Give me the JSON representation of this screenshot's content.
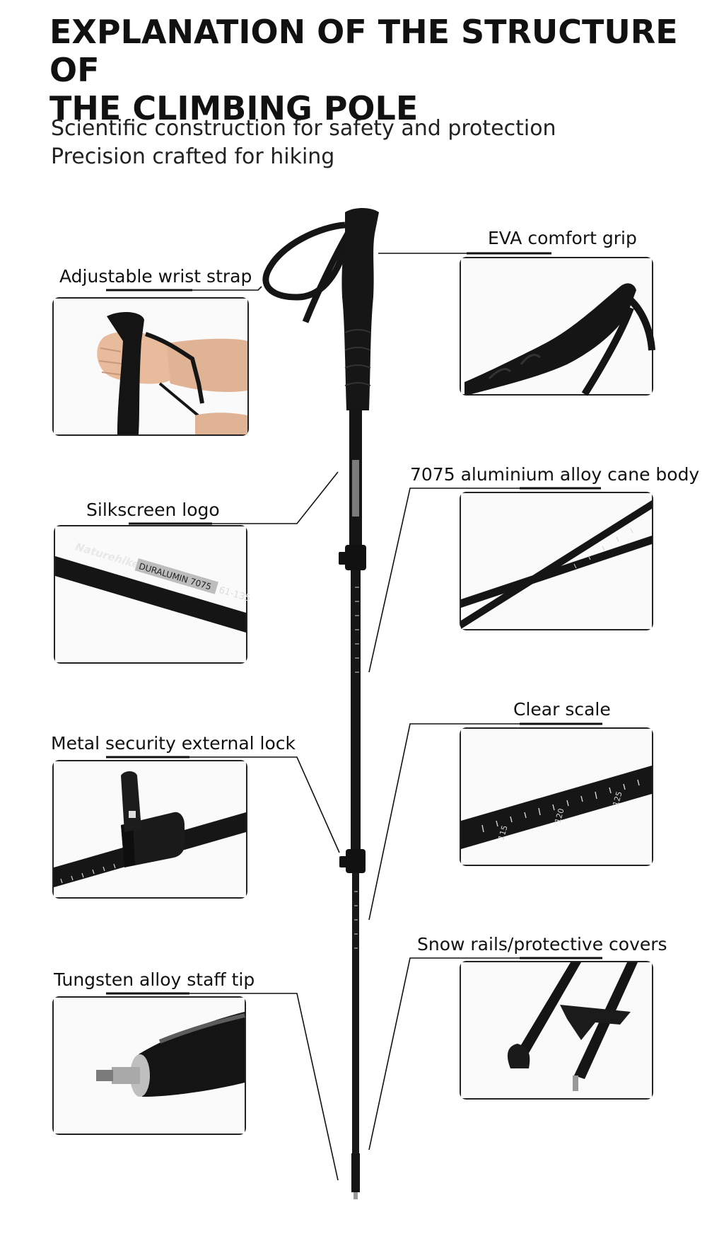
{
  "header": {
    "title_line1": "EXPLANATION OF THE STRUCTURE OF",
    "title_line2": "THE CLIMBING POLE",
    "subtitle_line1": "Scientific construction for safety and protection",
    "subtitle_line2": "Precision crafted for hiking"
  },
  "callouts": {
    "wrist_strap": "Adjustable wrist strap",
    "eva_grip": "EVA comfort grip",
    "silkscreen_logo": "Silkscreen logo",
    "alloy_body": "7075 aluminium alloy cane body",
    "external_lock": "Metal security external lock",
    "clear_scale": "Clear scale",
    "staff_tip": "Tungsten alloy staff tip",
    "snow_rails": "Snow rails/protective covers"
  },
  "product_print": {
    "brand": "Naturehike",
    "material": "DURALUMIN 7075",
    "range": "61-135"
  },
  "scale_marks": [
    "115",
    "120",
    "125"
  ],
  "colors": {
    "pole": "#141414",
    "accent_line": "#111111",
    "metal": "#b9b9b9"
  }
}
